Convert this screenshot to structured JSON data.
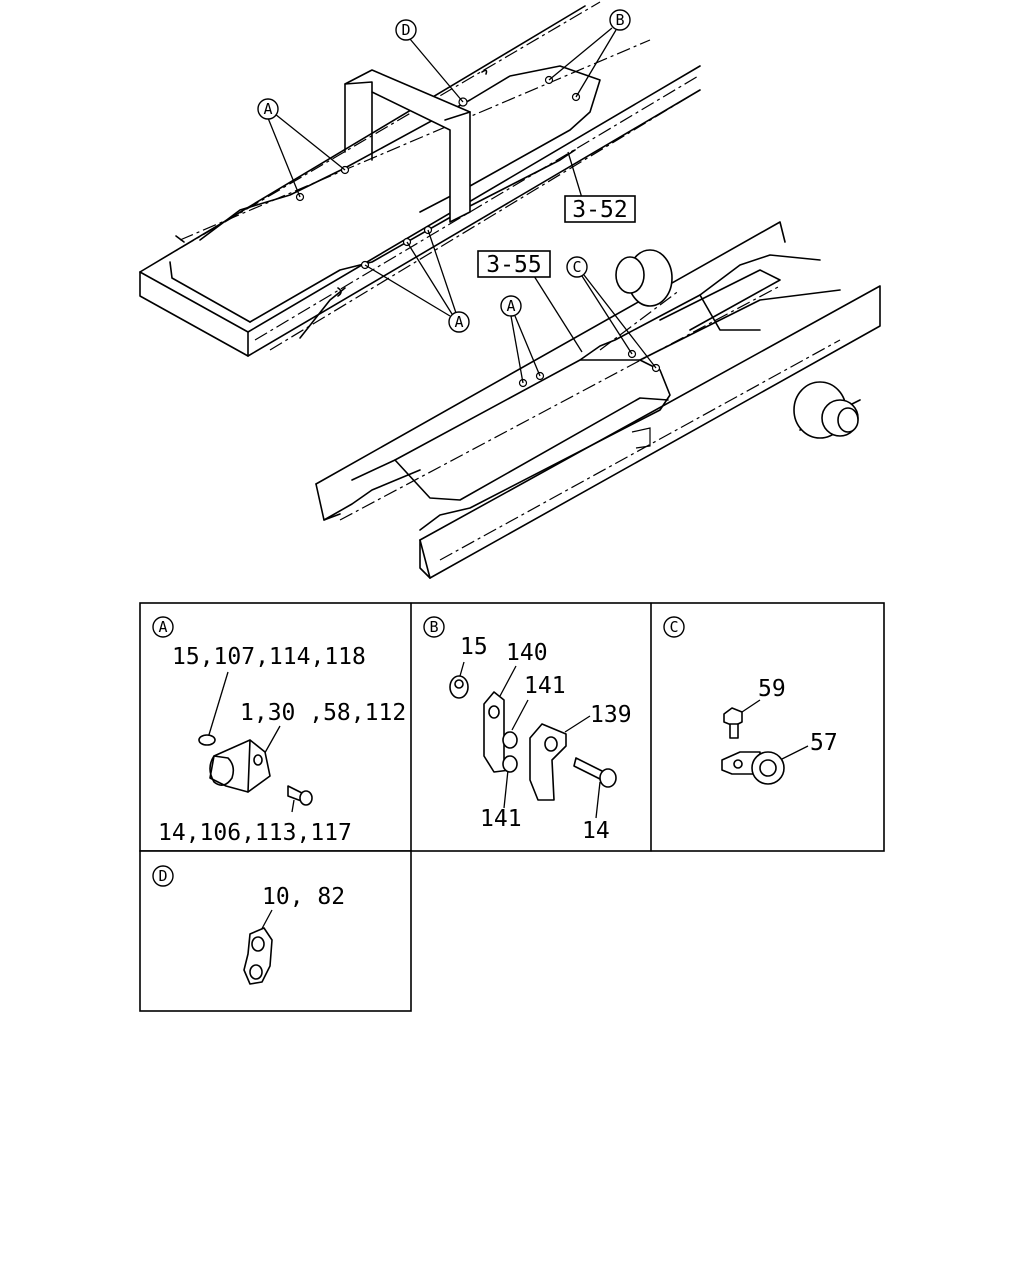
{
  "diagram": {
    "callouts": {
      "A": "A",
      "B": "B",
      "C": "C",
      "D": "D"
    },
    "refs": {
      "upper": "3-52",
      "lower": "3-55"
    },
    "panels": {
      "a": {
        "key": "A",
        "labels": [
          "15,107,114,118",
          "1,30 ,58,112",
          "14,106,113,117"
        ]
      },
      "b": {
        "key": "B",
        "labels": [
          "15",
          "140",
          "141",
          "139",
          "141",
          "14"
        ]
      },
      "c": {
        "key": "C",
        "labels": [
          "59",
          "57"
        ]
      },
      "d": {
        "key": "D",
        "labels": [
          "10, 82"
        ]
      }
    }
  }
}
